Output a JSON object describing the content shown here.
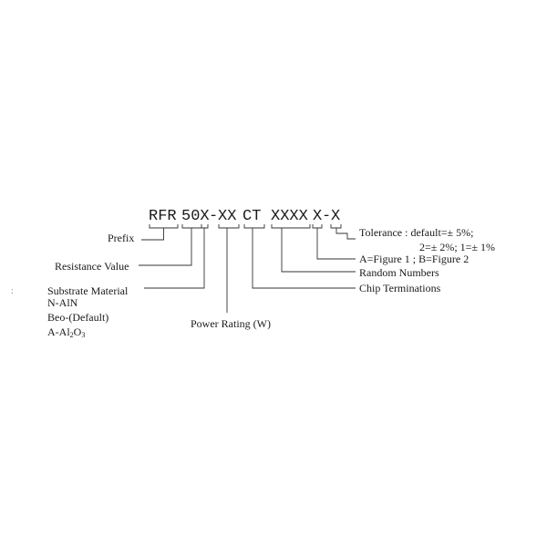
{
  "part_number": {
    "prefix": "RFR",
    "resistance": "50X",
    "dash1": "-",
    "power": "XX",
    "terminations": "CT",
    "random": "XXXX",
    "figure": "X",
    "dash2": "-",
    "tolerance": "X"
  },
  "labels": {
    "prefix": "Prefix",
    "resistance_value": "Resistance Value",
    "substrate_material": "Substrate Material",
    "substrate_n": "N-AlN",
    "substrate_beo": "Beo-(Default)",
    "substrate_a_prefix": "A-Al",
    "substrate_a_sub1": "2",
    "substrate_a_mid": "O",
    "substrate_a_sub2": "3",
    "power_rating": "Power Rating (W)",
    "tolerance_line1": "Tolerance : default=± 5%;",
    "tolerance_line2": "2=± 2%;  1=± 1%",
    "figure_option": "A=Figure  1 ;  B=Figure  2",
    "random_numbers": "Random Numbers",
    "chip_terminations": "Chip  Terminations"
  },
  "stray_mark": ":"
}
